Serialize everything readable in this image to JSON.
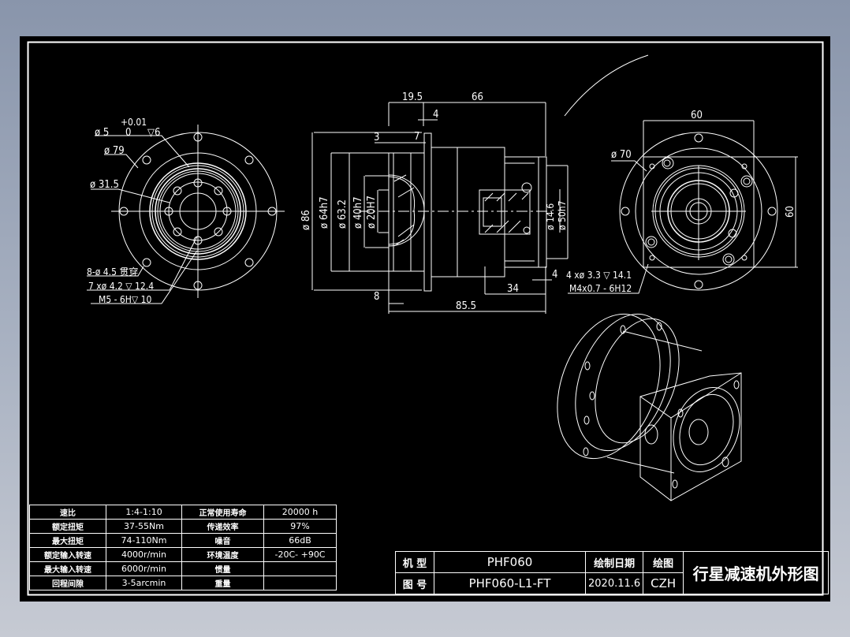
{
  "colors": {
    "background_top": "#8995ab",
    "background_bottom": "#c6cad3",
    "canvas": "#000000",
    "lines": "#ffffff"
  },
  "front_view": {
    "dims": {
      "hole_dia": "ø 5",
      "hole_tol_upper": "+0.01",
      "hole_tol_lower": "0",
      "hole_depth": "▽6",
      "outer_dia": "ø 79",
      "pilot_dia": "ø 31.5",
      "mount_holes": "8-ø 4.5 贯穿",
      "tapped_drill": "7 xø  4.2 ▽ 12.4",
      "tapped_thread": "M5 - 6H▽ 10"
    }
  },
  "side_view": {
    "dims": {
      "top_a": "19.5",
      "top_b": "66",
      "flange_thk": "4",
      "step_a": "3",
      "step_b": "7",
      "dia_86": "ø 86",
      "dia_64": "ø 64h7",
      "dia_632": "ø 63.2",
      "dia_40": "ø 40h7",
      "dia_20": "ø 20H7",
      "dia_146": "ø 14.6",
      "dia_50": "ø 50h7",
      "bottom_8": "8",
      "bottom_34": "34",
      "right_4": "4",
      "overall": "85.5",
      "rear_holes": "4 xø  3.3 ▽ 14.1",
      "rear_thread": "M4x0.7 - 6H12"
    }
  },
  "rear_view": {
    "dims": {
      "width": "60",
      "height": "60",
      "pcd": "ø 70"
    }
  },
  "spec_table": {
    "rows": [
      {
        "label1": "速比",
        "value1": "1:4-1:10",
        "label2": "正常使用寿命",
        "value2": "20000 h"
      },
      {
        "label1": "额定扭矩",
        "value1": "37-55Nm",
        "label2": "传递效率",
        "value2": "97%"
      },
      {
        "label1": "最大扭矩",
        "value1": "74-110Nm",
        "label2": "噪音",
        "value2": "66dB"
      },
      {
        "label1": "额定输入转速",
        "value1": "4000r/min",
        "label2": "环境温度",
        "value2": "-20C- +90C"
      },
      {
        "label1": "最大输入转速",
        "value1": "6000r/min",
        "label2": "惯量",
        "value2": ""
      },
      {
        "label1": "回程间隙",
        "value1": "3-5arcmin",
        "label2": "重量",
        "value2": ""
      }
    ]
  },
  "title_block": {
    "model_label": "机 型",
    "model_value": "PHF060",
    "drawing_no_label": "图 号",
    "drawing_no_value": "PHF060-L1-FT",
    "date_label": "绘制日期",
    "date_value": "2020.11.6",
    "drawer_label": "绘图",
    "drawer_value": "CZH",
    "title": "行星减速机外形图"
  }
}
